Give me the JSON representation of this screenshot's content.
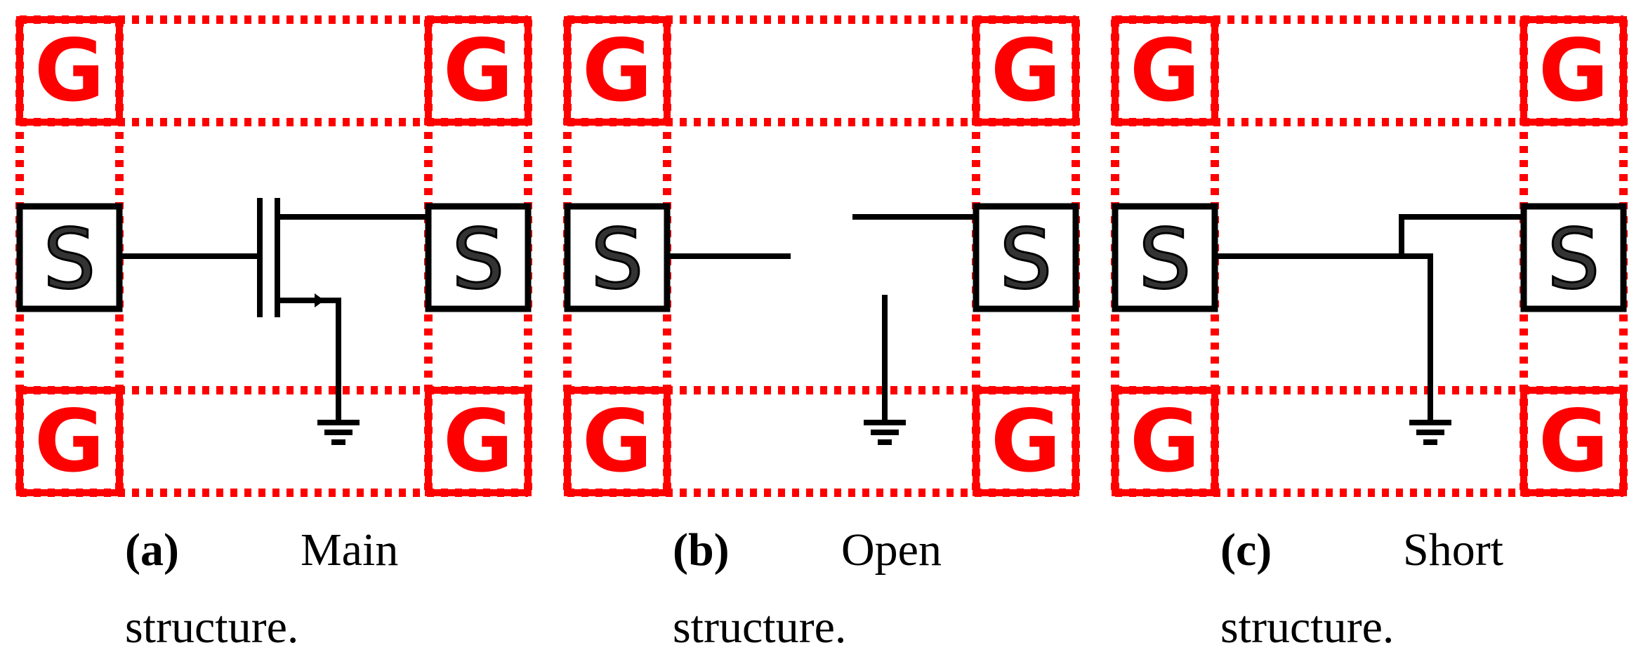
{
  "pad_labels": {
    "ground": "G",
    "signal": "S"
  },
  "panels": [
    {
      "id": "a",
      "letter": "(a)",
      "caption_word": "Main",
      "caption_line2": "structure."
    },
    {
      "id": "b",
      "letter": "(b)",
      "caption_word": "Open",
      "caption_line2": "structure."
    },
    {
      "id": "c",
      "letter": "(c)",
      "caption_word": "Short",
      "caption_line2": "structure."
    }
  ],
  "colors": {
    "ground_pad": "#ff0000",
    "signal_pad": "#000000",
    "wire": "#000000"
  }
}
